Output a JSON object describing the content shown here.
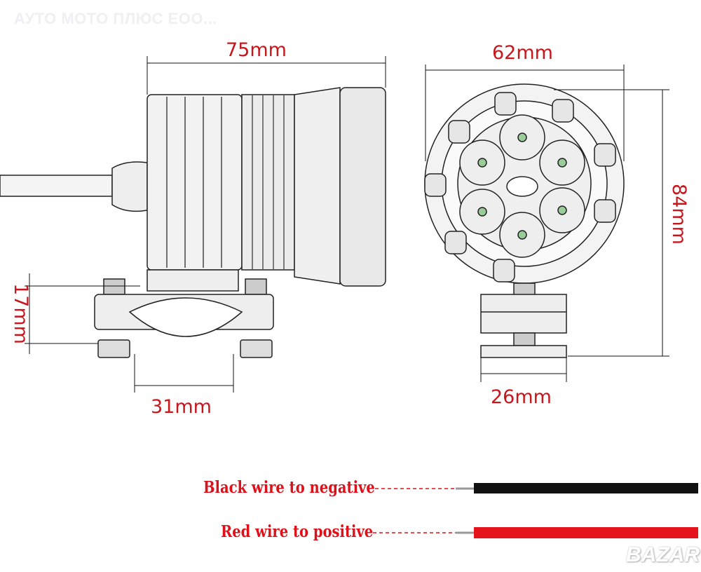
{
  "watermark": "АУТО МОТО ПЛЮС ЕОО...",
  "logo": "BAZAR",
  "dimensions": {
    "width_side": "75mm",
    "clamp_height": "17mm",
    "clamp_width": "31mm",
    "width_front": "62mm",
    "height_front": "84mm",
    "mount_width": "26mm"
  },
  "wires": {
    "black": "Black wire to negative",
    "red": "Red wire to positive"
  },
  "colors": {
    "dimension": "#c8161d",
    "black_wire": "#111111",
    "red_wire": "#e5141c"
  }
}
